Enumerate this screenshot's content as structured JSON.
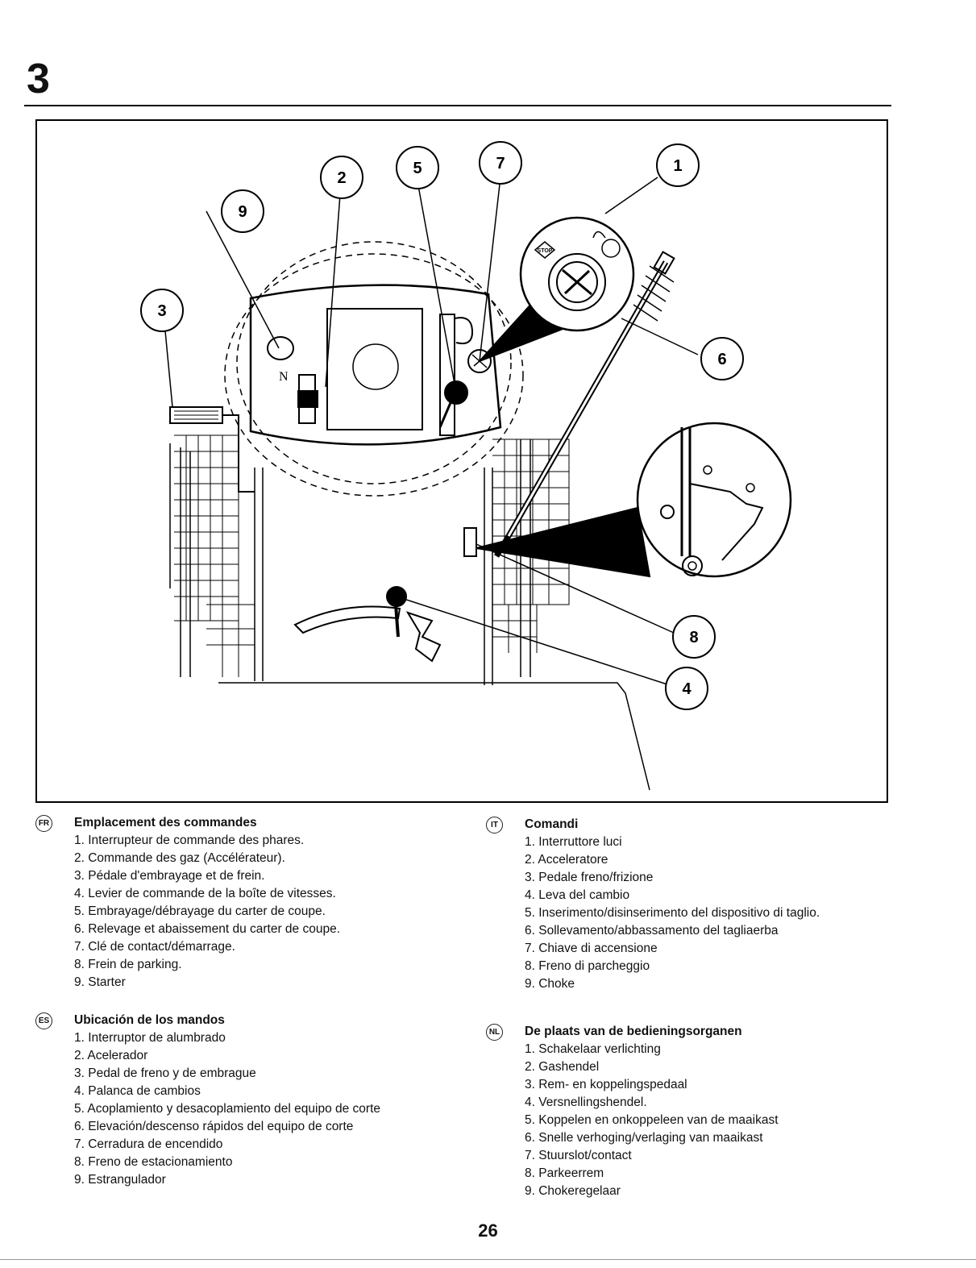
{
  "page": {
    "section_number": "3",
    "page_number": "26"
  },
  "figure": {
    "callouts": [
      "1",
      "2",
      "3",
      "4",
      "5",
      "6",
      "7",
      "8",
      "9"
    ],
    "ignition_stop_label": "STOP",
    "gear_neutral_label": "N"
  },
  "sections": {
    "fr": {
      "badge": "FR",
      "title": "Emplacement des commandes",
      "items": [
        "1. Interrupteur de commande des phares.",
        "2. Commande des gaz (Accélérateur).",
        "3. Pédale d'embrayage et de frein.",
        "4. Levier de commande de la boîte de vitesses.",
        "5. Embrayage/débrayage du carter de coupe.",
        "6. Relevage et abaissement du carter de coupe.",
        "7. Clé de contact/démarrage.",
        "8. Frein de parking.",
        "9. Starter"
      ]
    },
    "es": {
      "badge": "ES",
      "title": "Ubicación de los mandos",
      "items": [
        "1. Interruptor de alumbrado",
        "2. Acelerador",
        "3. Pedal de freno y de embrague",
        "4. Palanca de cambios",
        "5. Acoplamiento y desacoplamiento del equipo de corte",
        "6. Elevación/descenso rápidos del equipo de corte",
        "7. Cerradura de encendido",
        "8. Freno de estacionamiento",
        "9. Estrangulador"
      ]
    },
    "it": {
      "badge": "IT",
      "title": "Comandi",
      "items": [
        "1. Interruttore luci",
        "2. Acceleratore",
        "3. Pedale freno/frizione",
        "4. Leva del cambio",
        "5. Inserimento/disinserimento del dispositivo di taglio.",
        "6. Sollevamento/abbassamento del tagliaerba",
        "7. Chiave di accensione",
        "8. Freno di parcheggio",
        "9. Choke"
      ]
    },
    "nl": {
      "badge": "NL",
      "title": "De plaats van de bedieningsorganen",
      "items": [
        "1. Schakelaar verlichting",
        "2. Gashendel",
        "3. Rem- en koppelingspedaal",
        "4. Versnellingshendel.",
        "5. Koppelen en onkoppeleen van de maaikast",
        "6. Snelle verhoging/verlaging van maaikast",
        "7. Stuurslot/contact",
        "8. Parkeerrem",
        "9. Chokeregelaar"
      ]
    }
  }
}
